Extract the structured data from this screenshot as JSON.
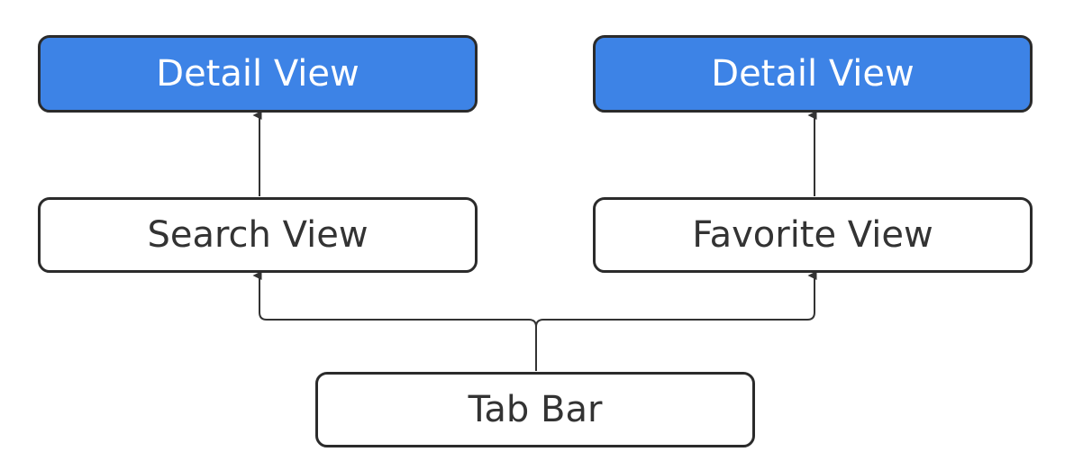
{
  "colors": {
    "detail_fill": "#3d83e6",
    "plain_fill": "#ffffff",
    "stroke": "#2b2b2b",
    "connector": "#333333"
  },
  "nodes": {
    "detail_left": {
      "label": "Detail View"
    },
    "detail_right": {
      "label": "Detail View"
    },
    "search": {
      "label": "Search View"
    },
    "favorite": {
      "label": "Favorite View"
    },
    "tab_bar": {
      "label": "Tab Bar"
    }
  },
  "edges": [
    {
      "from": "tab_bar",
      "to": "search"
    },
    {
      "from": "tab_bar",
      "to": "favorite"
    },
    {
      "from": "search",
      "to": "detail_left"
    },
    {
      "from": "favorite",
      "to": "detail_right"
    }
  ]
}
